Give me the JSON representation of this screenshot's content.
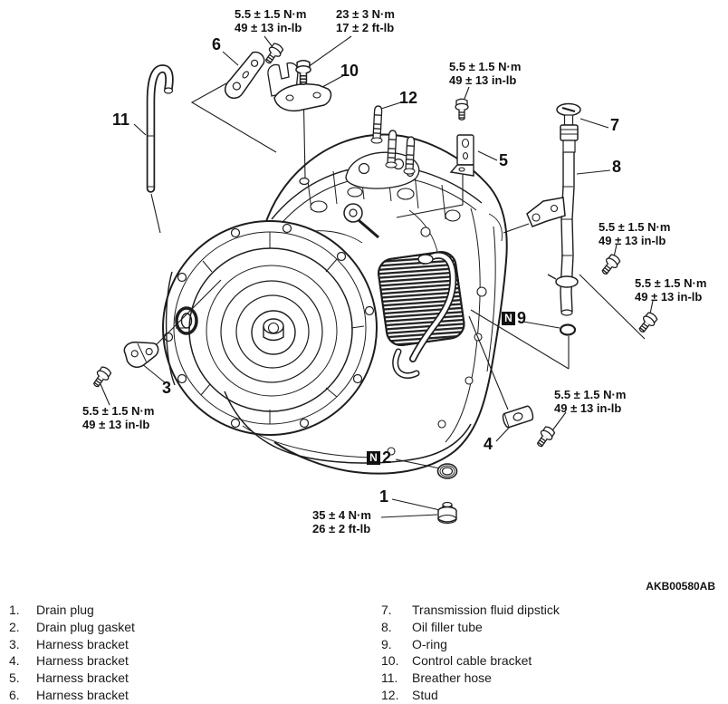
{
  "figure_code": "AKB00580AB",
  "symbols": {
    "non_reusable": "N"
  },
  "colors": {
    "line": "#1d1d1d",
    "background": "#ffffff"
  },
  "torque_labels": [
    {
      "line1": "5.5 ± 1.5 N·m",
      "line2": "49 ± 13 in-lb"
    },
    {
      "line1": "23 ± 3 N·m",
      "line2": "17 ± 2 ft-lb"
    },
    {
      "line1": "5.5 ± 1.5 N·m",
      "line2": "49 ± 13 in-lb"
    },
    {
      "line1": "5.5 ± 1.5 N·m",
      "line2": "49 ± 13 in-lb"
    },
    {
      "line1": "5.5 ± 1.5 N·m",
      "line2": "49 ± 13 in-lb"
    },
    {
      "line1": "5.5 ± 1.5 N·m",
      "line2": "49 ± 13 in-lb"
    },
    {
      "line1": "5.5 ± 1.5 N·m",
      "line2": "49 ± 13 in-lb"
    },
    {
      "line1": "35 ± 4 N·m",
      "line2": "26 ± 2 ft-lb"
    }
  ],
  "callouts": [
    {
      "num": "1"
    },
    {
      "num": "2",
      "symbol": "N"
    },
    {
      "num": "3"
    },
    {
      "num": "4"
    },
    {
      "num": "5"
    },
    {
      "num": "6"
    },
    {
      "num": "7"
    },
    {
      "num": "8"
    },
    {
      "num": "9",
      "symbol": "N"
    },
    {
      "num": "10"
    },
    {
      "num": "11"
    },
    {
      "num": "12"
    }
  ],
  "legend": {
    "left": [
      {
        "num": "1.",
        "label": "Drain plug"
      },
      {
        "num": "2.",
        "label": "Drain plug gasket"
      },
      {
        "num": "3.",
        "label": "Harness bracket"
      },
      {
        "num": "4.",
        "label": "Harness bracket"
      },
      {
        "num": "5.",
        "label": "Harness bracket"
      },
      {
        "num": "6.",
        "label": "Harness bracket"
      }
    ],
    "right": [
      {
        "num": "7.",
        "label": "Transmission fluid dipstick"
      },
      {
        "num": "8.",
        "label": "Oil filler tube"
      },
      {
        "num": "9.",
        "label": "O-ring"
      },
      {
        "num": "10.",
        "label": "Control cable bracket"
      },
      {
        "num": "11.",
        "label": "Breather hose"
      },
      {
        "num": "12.",
        "label": "Stud"
      }
    ]
  }
}
